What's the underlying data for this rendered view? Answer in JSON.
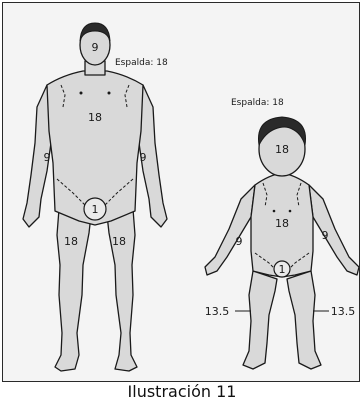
{
  "adult": {
    "back_label": "Espalda: 18",
    "head": "9",
    "chest": "18",
    "left_arm": "9",
    "right_arm": "9",
    "genitals": "1",
    "left_leg": "18",
    "right_leg": "18"
  },
  "child": {
    "back_label": "Espalda: 18",
    "head": "18",
    "chest": "18",
    "left_arm": "9",
    "right_arm": "9",
    "genitals": "1",
    "left_leg": "13.5",
    "right_leg": "13.5"
  },
  "caption": "Ilustración 11",
  "colors": {
    "skin": "#d9d9d9",
    "line": "#1a1a1a",
    "hair": "#2a2a2a"
  }
}
